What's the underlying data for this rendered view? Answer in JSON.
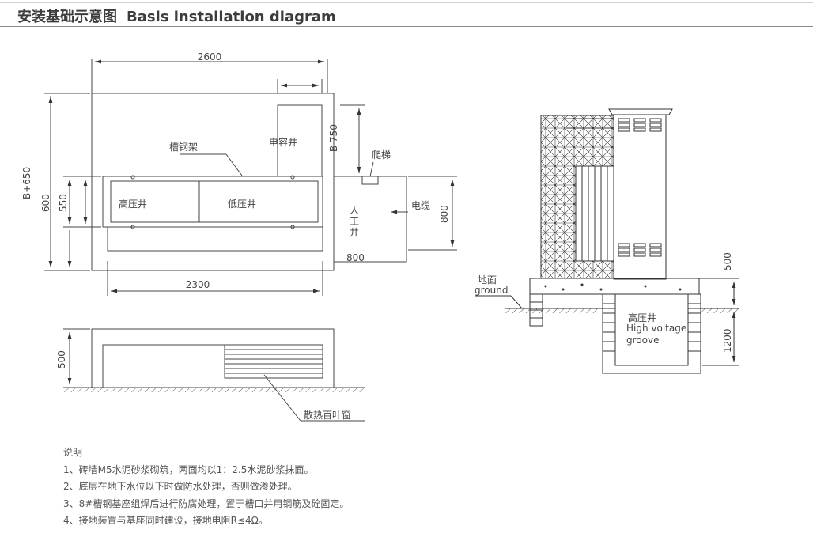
{
  "header": {
    "title_cn": "安装基础示意图",
    "title_en": "Basis installation diagram"
  },
  "plan_view": {
    "dim_width_top": "2600",
    "dim_b750": "B 750",
    "dim_b650": "B+650",
    "dim_600": "600",
    "dim_550": "550",
    "dim_800_right": "800",
    "dim_800_bottom": "800",
    "dim_2300": "2300",
    "label_channel_frame": "槽钢架",
    "label_capacitor_well": "电容井",
    "label_ladder": "爬梯",
    "label_hv_well": "高压井",
    "label_lv_well": "低压井",
    "label_manhole": [
      "人",
      "工",
      "井"
    ],
    "label_cable": "电缆"
  },
  "elevation_view": {
    "dim_500": "500",
    "label_louver": "散热百叶窗"
  },
  "side_view": {
    "dim_500": "500",
    "dim_1200": "1200",
    "label_ground_cn": "地面",
    "label_ground_en": "ground",
    "label_hv_cn": "高压井",
    "label_hv_en1": "High voltage",
    "label_hv_en2": "groove"
  },
  "notes": {
    "heading": "说明",
    "items": [
      "1、砖墙M5水泥砂浆砌筑，两面均以1：2.5水泥砂浆抹面。",
      "2、底层在地下水位以下时做防水处理，否则做渗处理。",
      "3、8#槽钢基座组焊后进行防腐处理，置于槽口并用钢筋及砼固定。",
      "4、接地装置与基座同时建设，接地电阻R≤4Ω。"
    ]
  }
}
